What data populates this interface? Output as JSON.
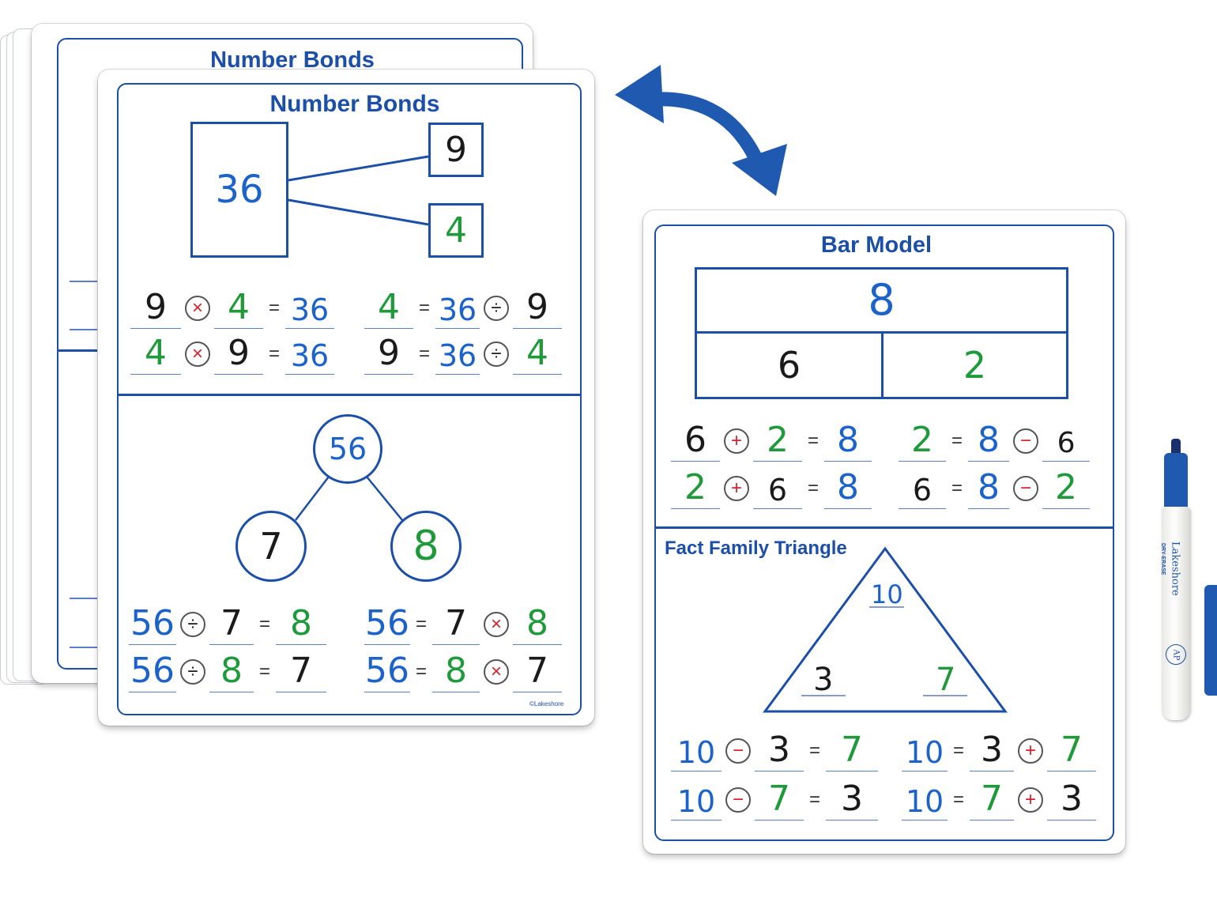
{
  "back_board": {
    "title": "Number Bonds"
  },
  "front_board": {
    "title": "Number Bonds",
    "bond": {
      "whole": "36",
      "part_a": "9",
      "part_b": "4"
    },
    "bond_equations": [
      [
        "9",
        "×",
        "4",
        "36"
      ],
      [
        "4",
        "×",
        "9",
        "36"
      ],
      [
        "4",
        "36",
        "÷",
        "9"
      ],
      [
        "9",
        "36",
        "÷",
        "4"
      ]
    ],
    "tree": {
      "top": "56",
      "left": "7",
      "right": "8"
    },
    "tree_equations": [
      [
        "56",
        "÷",
        "7",
        "8"
      ],
      [
        "56",
        "÷",
        "8",
        "7"
      ],
      [
        "56",
        "7",
        "×",
        "8"
      ],
      [
        "56",
        "8",
        "×",
        "7"
      ]
    ],
    "copyright": "©Lakeshore"
  },
  "right_board": {
    "bar_title": "Bar Model",
    "bar": {
      "total": "8",
      "part_a": "6",
      "part_b": "2"
    },
    "bar_equations": [
      [
        "6",
        "+",
        "2",
        "8"
      ],
      [
        "2",
        "+",
        "6",
        "8"
      ],
      [
        "2",
        "8",
        "−",
        "6"
      ],
      [
        "6",
        "8",
        "−",
        "2"
      ]
    ],
    "triangle_title": "Fact Family Triangle",
    "triangle": {
      "top": "10",
      "left": "3",
      "right": "7"
    },
    "triangle_equations": [
      [
        "10",
        "−",
        "3",
        "7"
      ],
      [
        "10",
        "−",
        "7",
        "3"
      ],
      [
        "10",
        "3",
        "+",
        "7"
      ],
      [
        "10",
        "7",
        "+",
        "3"
      ]
    ]
  },
  "marker": {
    "brand": "Lakeshore",
    "type": "DRY-ERASE",
    "seal": "AP"
  },
  "colors": {
    "accent": "#1b4fa8",
    "red": "#d8202a",
    "green": "#1f9a3a",
    "blue": "#1b63c9"
  }
}
